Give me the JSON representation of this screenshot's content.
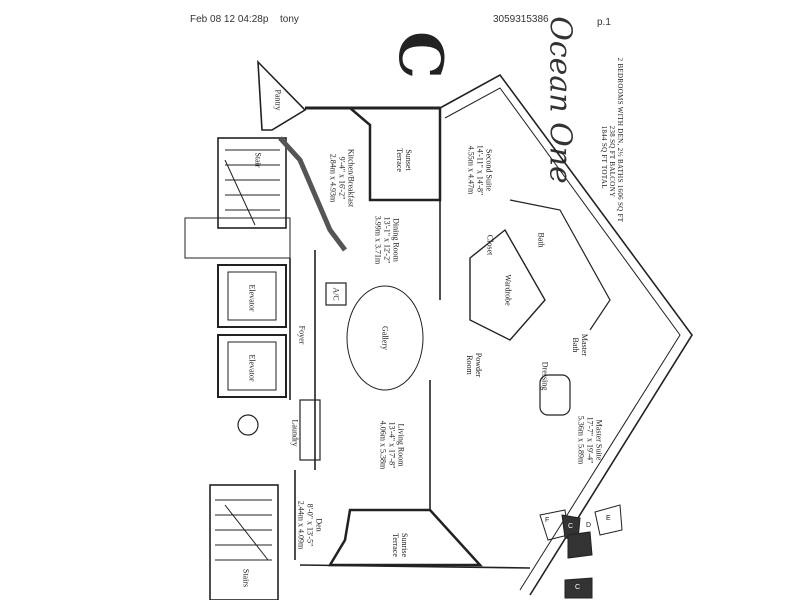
{
  "fax_header": {
    "datetime": "Feb 08 12 04:28p",
    "sender": "tony",
    "phone": "3059315386",
    "page": "p.1"
  },
  "logo": {
    "text": "Ocean One",
    "monogram": "C"
  },
  "summary": {
    "line1": "2 BEDROOMS WITH DEN, 2½ BATHS 1606 SQ FT",
    "line2": "238 SQ FT BALCONY",
    "line3": "1844 SQ FT TOTAL"
  },
  "rooms": {
    "pantry": {
      "name": "Pantry"
    },
    "stair_top": {
      "name": "Stair"
    },
    "kitchen": {
      "name": "Kitchen/Breakfast",
      "imperial": "9'-4\" x 16'-2\"",
      "metric": "2.84m x 4.93m"
    },
    "sunset_terrace": {
      "name": "Sunset",
      "name2": "Terrace"
    },
    "dining": {
      "name": "Dining Room",
      "imperial": "13'-1\" x 12'-2\"",
      "metric": "3.99m x 3.71m"
    },
    "ac": {
      "name": "A/C"
    },
    "elevator1": {
      "name": "Elevator"
    },
    "elevator2": {
      "name": "Elevator"
    },
    "foyer": {
      "name": "Foyer"
    },
    "gallery": {
      "name": "Gallery"
    },
    "second_suite": {
      "name": "Second Suite",
      "imperial": "14'-11\" x 14'-8\"",
      "metric": "4.55m x 4.47m"
    },
    "closet": {
      "name": "Closet"
    },
    "bath": {
      "name": "Bath"
    },
    "wardrobe": {
      "name": "Wardrobe"
    },
    "master_bath": {
      "name": "Master",
      "name2": "Bath"
    },
    "powder": {
      "name": "Powder",
      "name2": "Room"
    },
    "dressing": {
      "name": "Dressing"
    },
    "laundry": {
      "name": "Laundry"
    },
    "living": {
      "name": "Living Room",
      "imperial": "13'-4\" x 17'-8\"",
      "metric": "4.06m x 5.38m"
    },
    "master_suite": {
      "name": "Master Suite",
      "imperial": "17'-7\" x 19'-4\"",
      "metric": "5.36m x 5.89m"
    },
    "den": {
      "name": "Den",
      "imperial": "8'-0\" x 13'-5\"",
      "metric": "2.44m x 4.09m"
    },
    "sunrise_terrace": {
      "name": "Sunrise",
      "name2": "Terrace"
    },
    "stairs_bottom": {
      "name": "Stairs"
    }
  },
  "key_plan": {
    "labels": [
      "F",
      "C",
      "D",
      "E",
      "C"
    ]
  }
}
